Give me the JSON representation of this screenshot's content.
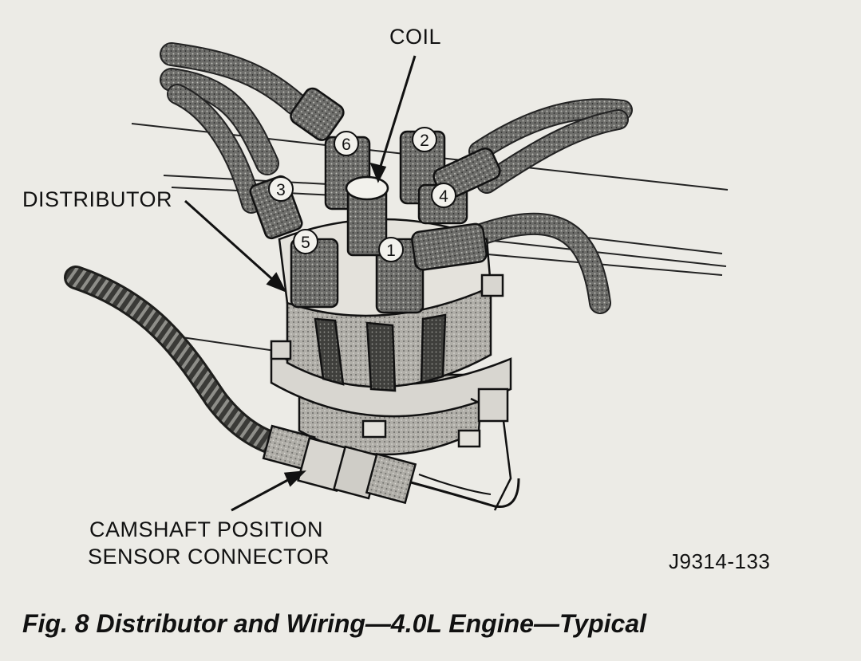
{
  "labels": {
    "coil": "COIL",
    "distributor": "DISTRIBUTOR",
    "cam_line1": "CAMSHAFT POSITION",
    "cam_line2": "SENSOR CONNECTOR",
    "figure_code": "J9314-133"
  },
  "terminals": [
    "1",
    "2",
    "3",
    "4",
    "5",
    "6"
  ],
  "caption": "Fig. 8 Distributor and Wiring—4.0L Engine—Typical"
}
